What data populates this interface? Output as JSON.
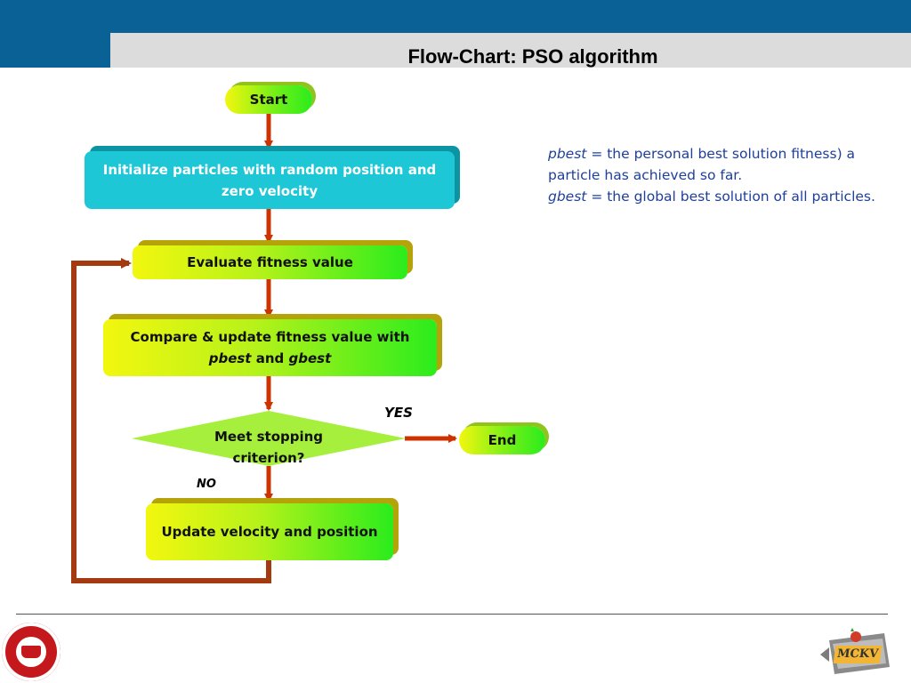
{
  "title": "Flow-Chart: PSO algorithm",
  "flowchart": {
    "start": "Start",
    "initialize": "Initialize particles with random position and zero velocity",
    "evaluate": "Evaluate fitness value",
    "compare_line1": "Compare & update fitness value with",
    "compare_pbest": "pbest",
    "compare_and": "and",
    "compare_gbest": "gbest",
    "decision": "Meet stopping criterion?",
    "end": "End",
    "update": "Update velocity and position",
    "yes_label": "YES",
    "no_label": "NO"
  },
  "notes": {
    "pbest_term": "pbest",
    "pbest_def": "= the personal best solution fitness) a particle has achieved so far.",
    "gbest_term": "gbest",
    "gbest_def": "= the global best solution of all particles."
  },
  "footer": {
    "right_logo_text": "MCKV"
  },
  "colors": {
    "header_blue": "#0a6196",
    "arrow_red": "#cc3300",
    "loop_brown": "#a33a10",
    "note_blue": "#1f3f99"
  }
}
